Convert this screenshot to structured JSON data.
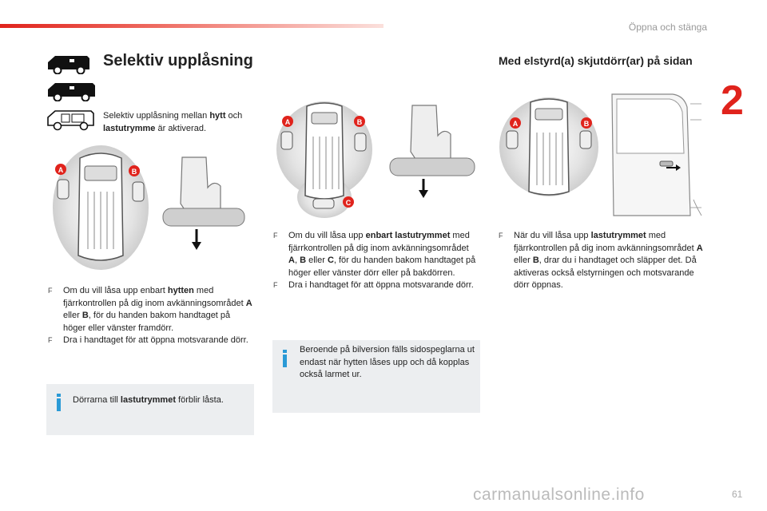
{
  "header": {
    "title": "Öppna och stänga"
  },
  "chapter_number": "2",
  "page_number": "61",
  "watermark": "carmanualsonline.info",
  "left": {
    "title": "Selektiv upplåsning",
    "intro": {
      "t1": "Selektiv upplåsning mellan ",
      "b1": "hytt",
      "t2": " och ",
      "b2": "lastutrymme",
      "t3": " är aktiverad."
    },
    "bullet1": {
      "t1": "Om du vill låsa upp enbart ",
      "b1": "hytten",
      "t2": " med fjärrkontrollen på dig inom avkänningsområdet ",
      "b2": "A",
      "t3": " eller ",
      "b3": "B",
      "t4": ", för du handen bakom handtaget på höger eller vänster framdörr."
    },
    "bullet2": "Dra i handtaget för att öppna motsvarande dörr.",
    "info": {
      "t1": "Dörrarna till ",
      "b1": "lastutrymmet",
      "t2": " förblir låsta."
    },
    "zone_a": "A",
    "zone_b": "B"
  },
  "middle": {
    "bullet1": {
      "t1": "Om du vill låsa upp ",
      "b1": "enbart lastutrymmet",
      "t2": " med fjärrkontrollen på dig inom avkänningsområdet ",
      "b2": "A",
      "t3": ", ",
      "b3": "B",
      "t4": " eller ",
      "b4": "C",
      "t5": ", för du handen bakom handtaget på höger eller vänster dörr eller på bakdörren."
    },
    "bullet2": "Dra i handtaget för att öppna motsvarande dörr.",
    "info": "Beroende på bilversion fälls sidospeglarna ut endast när hytten låses upp och då kopplas också larmet ur.",
    "zone_a": "A",
    "zone_b": "B",
    "zone_c": "C"
  },
  "right": {
    "title": "Med elstyrd(a) skjutdörr(ar) på sidan",
    "bullet1": {
      "t1": "När du vill låsa upp ",
      "b1": "lastutrymmet",
      "t2": " med fjärrkontrollen på dig inom avkänningsområdet ",
      "b2": "A",
      "t3": " eller ",
      "b3": "B",
      "t4": ", drar du i handtaget och släpper det. Då aktiveras också elstyrningen och motsvarande dörr öppnas."
    },
    "zone_a": "A",
    "zone_b": "B"
  },
  "colors": {
    "accent": "#e0231c",
    "info_bg": "#eceef0",
    "info_icon": "#2a9ad6",
    "badge": "#e0231c"
  },
  "icons": [
    "van-short-icon",
    "van-long-icon",
    "van-cargo-icon",
    "info-icon",
    "car-topview-icon",
    "hand-handle-icon",
    "key-fob-icon",
    "sliding-door-icon"
  ]
}
